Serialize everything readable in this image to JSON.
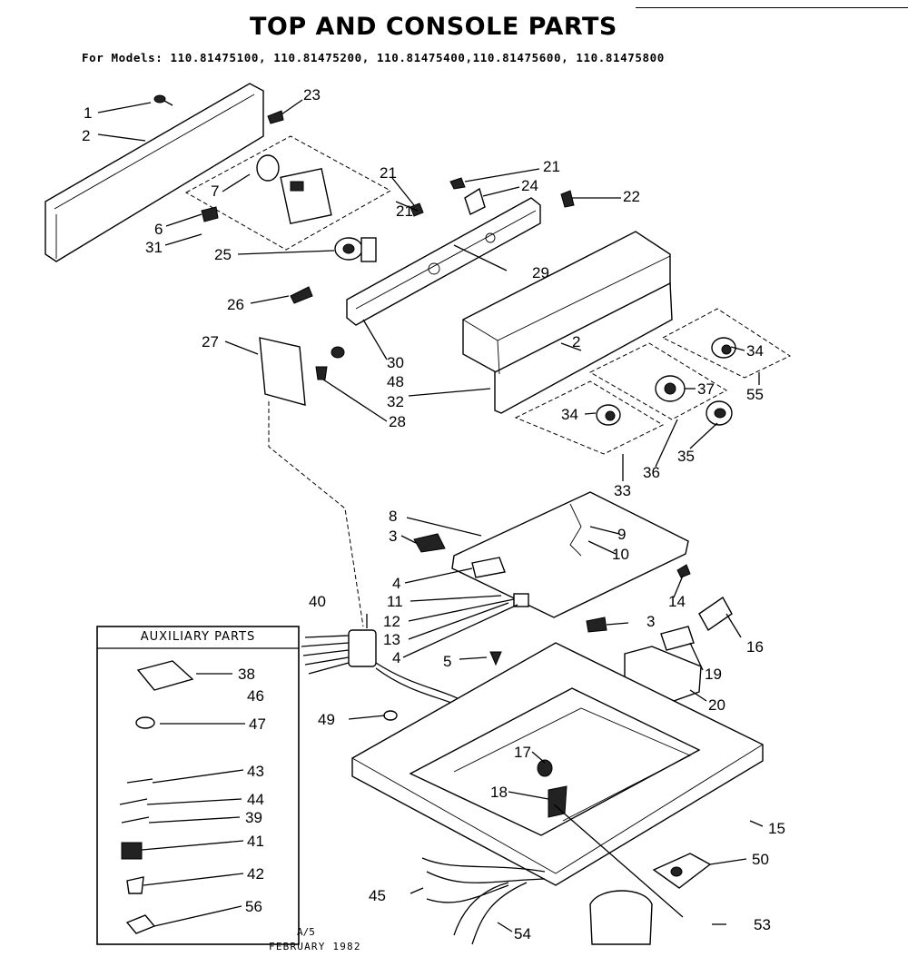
{
  "title": "TOP AND CONSOLE PARTS",
  "models_line": "For Models: 110.81475100, 110.81475200, 110.81475400,110.81475600, 110.81475800",
  "auxiliary_title": "AUXILIARY PARTS",
  "footer": {
    "code": "A/5",
    "date": "FEBRUARY 1982"
  },
  "callouts": {
    "c1": "1",
    "c2": "2",
    "c23": "23",
    "c7": "7",
    "c6": "6",
    "c31": "31",
    "c21a": "21",
    "c21b": "21",
    "c21c": "21",
    "c24": "24",
    "c22": "22",
    "c25": "25",
    "c29": "29",
    "c26": "26",
    "c27": "27",
    "c30": "30",
    "c48": "48",
    "c32": "32",
    "c28": "28",
    "c2b": "2",
    "c34a": "34",
    "c55": "55",
    "c37": "37",
    "c34b": "34",
    "c35": "35",
    "c36": "36",
    "c33": "33",
    "c8": "8",
    "c3a": "3",
    "c9": "9",
    "c10": "10",
    "c4a": "4",
    "c11": "11",
    "c12": "12",
    "c13": "13",
    "c4b": "4",
    "c14": "14",
    "c3b": "3",
    "c16": "16",
    "c40": "40",
    "c5": "5",
    "c19": "19",
    "c20": "20",
    "c49": "49",
    "c17": "17",
    "c18": "18",
    "c15": "15",
    "c50": "50",
    "c45": "45",
    "c54": "54",
    "c53": "53",
    "c38": "38",
    "c46": "46",
    "c47": "47",
    "c43": "43",
    "c44": "44",
    "c39": "39",
    "c41": "41",
    "c42": "42",
    "c56": "56"
  }
}
